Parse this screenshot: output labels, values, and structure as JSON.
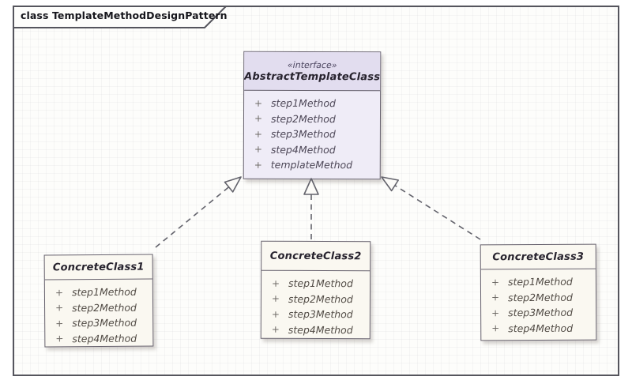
{
  "frame": {
    "label": "class TemplateMethodDesignPattern"
  },
  "classes": [
    {
      "id": "AbstractTemplateClass",
      "stereotype": "«interface»",
      "name": "AbstractTemplateClass",
      "methods": [
        {
          "visibility": "+",
          "name": "step1Method"
        },
        {
          "visibility": "+",
          "name": "step2Method"
        },
        {
          "visibility": "+",
          "name": "step3Method"
        },
        {
          "visibility": "+",
          "name": "step4Method"
        },
        {
          "visibility": "+",
          "name": "templateMethod"
        }
      ]
    },
    {
      "id": "ConcreteClass1",
      "name": "ConcreteClass1",
      "methods": [
        {
          "visibility": "+",
          "name": "step1Method"
        },
        {
          "visibility": "+",
          "name": "step2Method"
        },
        {
          "visibility": "+",
          "name": "step3Method"
        },
        {
          "visibility": "+",
          "name": "step4Method"
        }
      ]
    },
    {
      "id": "ConcreteClass2",
      "name": "ConcreteClass2",
      "methods": [
        {
          "visibility": "+",
          "name": "step1Method"
        },
        {
          "visibility": "+",
          "name": "step2Method"
        },
        {
          "visibility": "+",
          "name": "step3Method"
        },
        {
          "visibility": "+",
          "name": "step4Method"
        }
      ]
    },
    {
      "id": "ConcreteClass3",
      "name": "ConcreteClass3",
      "methods": [
        {
          "visibility": "+",
          "name": "step1Method"
        },
        {
          "visibility": "+",
          "name": "step2Method"
        },
        {
          "visibility": "+",
          "name": "step3Method"
        },
        {
          "visibility": "+",
          "name": "step4Method"
        }
      ]
    }
  ],
  "relationships": [
    {
      "from": "ConcreteClass1",
      "to": "AbstractTemplateClass",
      "type": "realization"
    },
    {
      "from": "ConcreteClass2",
      "to": "AbstractTemplateClass",
      "type": "realization"
    },
    {
      "from": "ConcreteClass3",
      "to": "AbstractTemplateClass",
      "type": "realization"
    }
  ],
  "colors": {
    "interface_header": "#e2ddef",
    "interface_body": "#efecf7",
    "class_fill": "#faf8f1",
    "border": "#67626e",
    "connector": "#63636c",
    "frame_border": "#55555d"
  }
}
